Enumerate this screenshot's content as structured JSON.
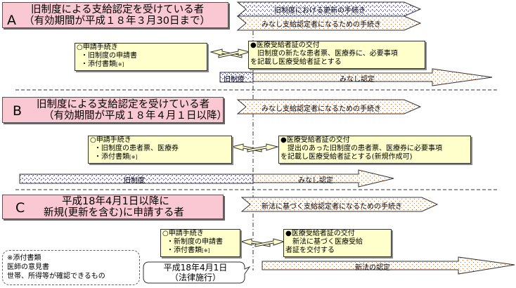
{
  "sections": {
    "A": {
      "letter": "A",
      "title_line1": "旧制度による支給認定を受けている者",
      "title_line2": "（有効期間が平成１８年３月30日まで）",
      "banners": [
        "旧制度における更新の手続き",
        "みなし支給認定者になるための手続き"
      ],
      "apply_box": {
        "heading": "○申請手続き",
        "items": [
          "・旧制度の申請書",
          "・添付書類"
        ],
        "note_mark": "[※]"
      },
      "issue_box": {
        "heading": "●医療受給者証の交付",
        "line1": "　旧制度の新たな患者票、医療券に、必要事項",
        "line2": "を記載し医療受給者証とする"
      },
      "old_label": "旧制度",
      "arrow_label": "みなし認定"
    },
    "B": {
      "letter": "B",
      "title_line1": "旧制度による支給認定を受けている者",
      "title_line2": "（有効期間が平成１８年４月１日以降）",
      "banners": [
        "みなし支給認定者になるための手続き"
      ],
      "apply_box": {
        "heading": "○申請手続き",
        "items": [
          "・旧制度の患者票、医療券",
          "・添付書類"
        ],
        "note_mark": "[※]"
      },
      "issue_box": {
        "heading": "●医療受給者証の交付",
        "line1": "　提出のあった旧制度の患者票、医療券に必要事項",
        "line2": "を記載し医療受給者証とする(新規作成可)"
      },
      "old_label": "旧制度",
      "arrow_label": "みなし認定"
    },
    "C": {
      "letter": "C",
      "title_line1": "平成18年4月1日以降に",
      "title_line2": "新規(更新を含む)に申請する者",
      "banners": [
        "新法に基づく支給認定者になるための手続き"
      ],
      "apply_box": {
        "heading": "○申請手続き",
        "items": [
          "・新制度の申請書",
          "・添付書類"
        ],
        "note_mark": "[※]"
      },
      "issue_box": {
        "heading": "●医療受給者証の交付",
        "line1": "　新法に基づく医療受給",
        "line2": "者証を交付する"
      },
      "arrow_label": "新法の認定"
    }
  },
  "note": {
    "title": "※添付書類",
    "lines": [
      "医師の意見書",
      "世帯、所得等が確認できるもの"
    ]
  },
  "date_callout": {
    "line1": "平成18年4月1日",
    "line2": "（法律施行）"
  },
  "colors": {
    "pink": "#f9c8d3",
    "yellow": "#ffffcc",
    "orange_dot": "#e07020",
    "blue_dot": "#3a3aa0"
  }
}
